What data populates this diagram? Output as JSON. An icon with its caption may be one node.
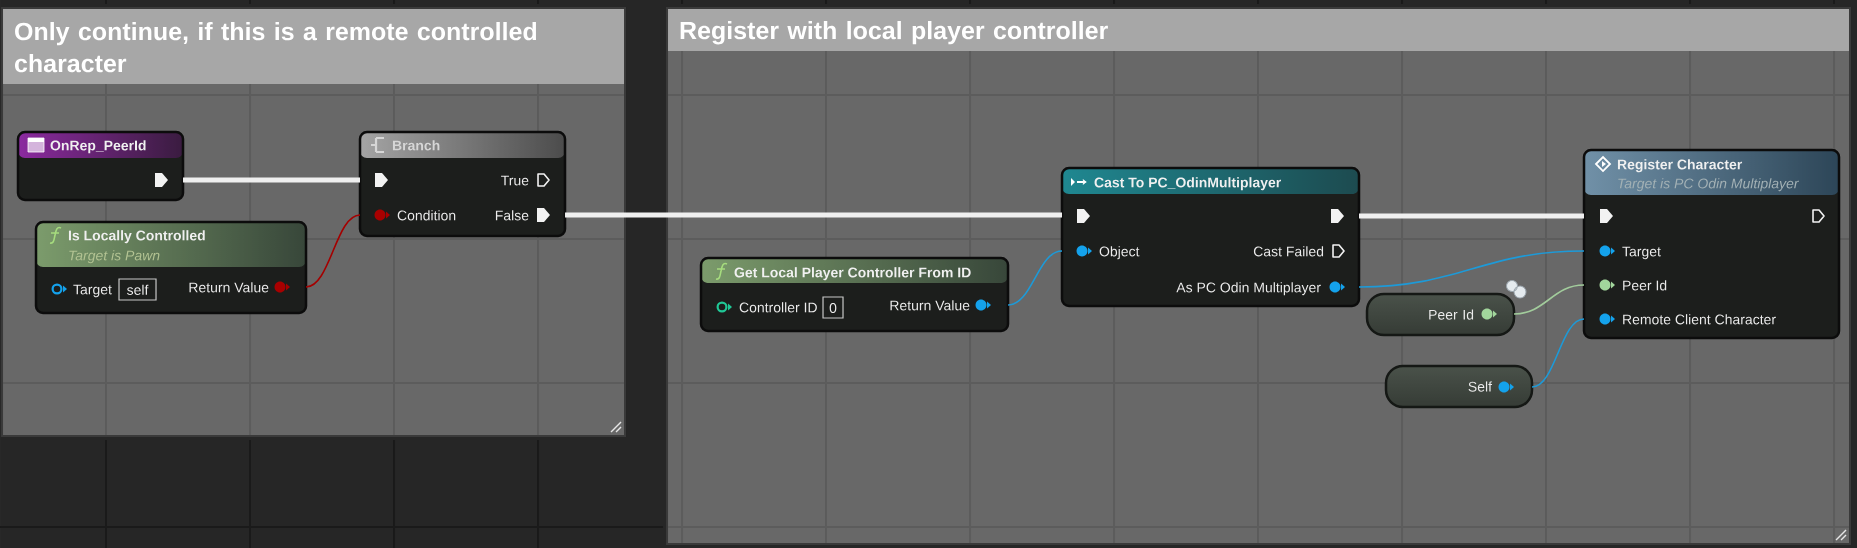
{
  "diagram": {
    "nodes": [
      {
        "text": [
          "Only continue, if this is a remote controlled character"
        ]
      },
      {
        "text": [
          "OnRep_PeerId"
        ],
        "in": 0
      },
      {
        "text": [
          "Branch",
          "True",
          "Condition",
          "False"
        ],
        "in": 0
      },
      {
        "text": [
          "Is Locally Controlled",
          "Target is Pawn",
          "Target",
          "self",
          "Return Value"
        ],
        "in": 0
      },
      {
        "text": [
          "Register with local player controller"
        ]
      },
      {
        "text": [
          "Get Local Player Controller From ID",
          "Controller ID",
          "0",
          "Return Value"
        ],
        "in": 4
      },
      {
        "text": [
          "Cast To PC_OdinMultiplayer",
          "Object",
          "Cast Failed",
          "As PC Odin Multiplayer"
        ],
        "in": 4
      },
      {
        "text": [
          "Register Character",
          "Target is PC Odin Multiplayer",
          "Target",
          "Peer Id",
          "Remote Client Character"
        ],
        "in": 4
      },
      {
        "text": [
          "Peer Id"
        ],
        "in": 4
      },
      {
        "text": [
          "Self"
        ],
        "in": 4
      }
    ],
    "edges": [
      {
        "from": 1,
        "to": 2,
        "arrow": "none",
        "style": "thick"
      },
      {
        "from": 3,
        "to": 2,
        "arrow": "none",
        "color": "#a40000"
      },
      {
        "from": 2,
        "to": 6,
        "arrow": "none",
        "style": "thick"
      },
      {
        "from": 5,
        "to": 6,
        "arrow": "none",
        "color": "#1d9ad8"
      },
      {
        "from": 6,
        "to": 7,
        "arrow": "none",
        "style": "thick"
      },
      {
        "from": 6,
        "to": 7,
        "arrow": "none",
        "color": "#1d9ad8"
      },
      {
        "from": 8,
        "to": 7,
        "arrow": "none",
        "color": "#a2cc9c"
      },
      {
        "from": 9,
        "to": 7,
        "arrow": "none",
        "color": "#1d9ad8"
      }
    ]
  }
}
